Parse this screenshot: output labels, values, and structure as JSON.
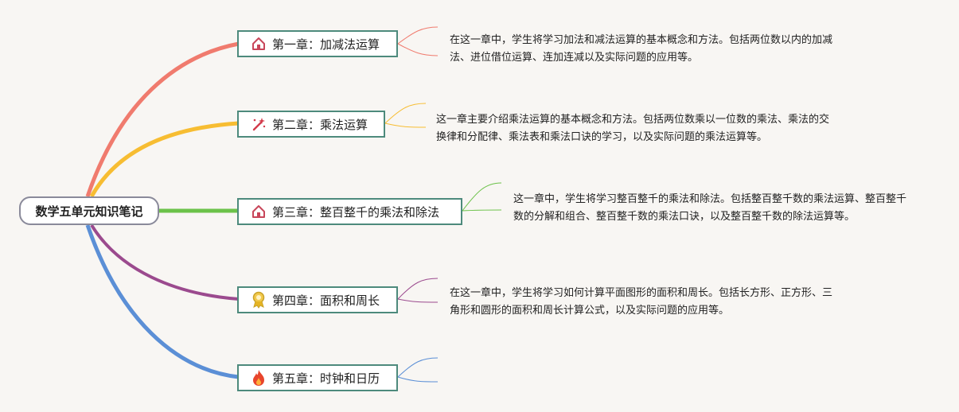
{
  "root": {
    "title": "数学五单元知识笔记"
  },
  "chapters": [
    {
      "label": "第一章：加减法运算",
      "icon": "house-icon",
      "color": "#f07b6e",
      "note": "在这一章中，学生将学习加法和减法运算的基本概念和方法。包括两位数以内的加减法、进位借位运算、连加连减以及实际问题的应用等。"
    },
    {
      "label": "第二章：乘法运算",
      "icon": "magic-wand-icon",
      "color": "#f7bd32",
      "note": "这一章主要介绍乘法运算的基本概念和方法。包括两位数乘以一位数的乘法、乘法的交换律和分配律、乘法表和乘法口诀的学习，以及实际问题的乘法运算等。"
    },
    {
      "label": "第三章：整百整千的乘法和除法",
      "icon": "house-icon",
      "color": "#6cc24a",
      "note": "这一章中，学生将学习整百整千的乘法和除法。包括整百整千数的乘法运算、整百整千数的分解和组合、整百整千数的乘法口诀，以及整百整千数的除法运算等。"
    },
    {
      "label": "第四章：面积和周长",
      "icon": "medal-icon",
      "color": "#9b4a8e",
      "note": "在这一章中，学生将学习如何计算平面图形的面积和周长。包括长方形、正方形、三角形和圆形的面积和周长计算公式，以及实际问题的应用等。"
    },
    {
      "label": "第五章：时钟和日历",
      "icon": "fire-icon",
      "color": "#5b8fd6",
      "note": ""
    }
  ]
}
